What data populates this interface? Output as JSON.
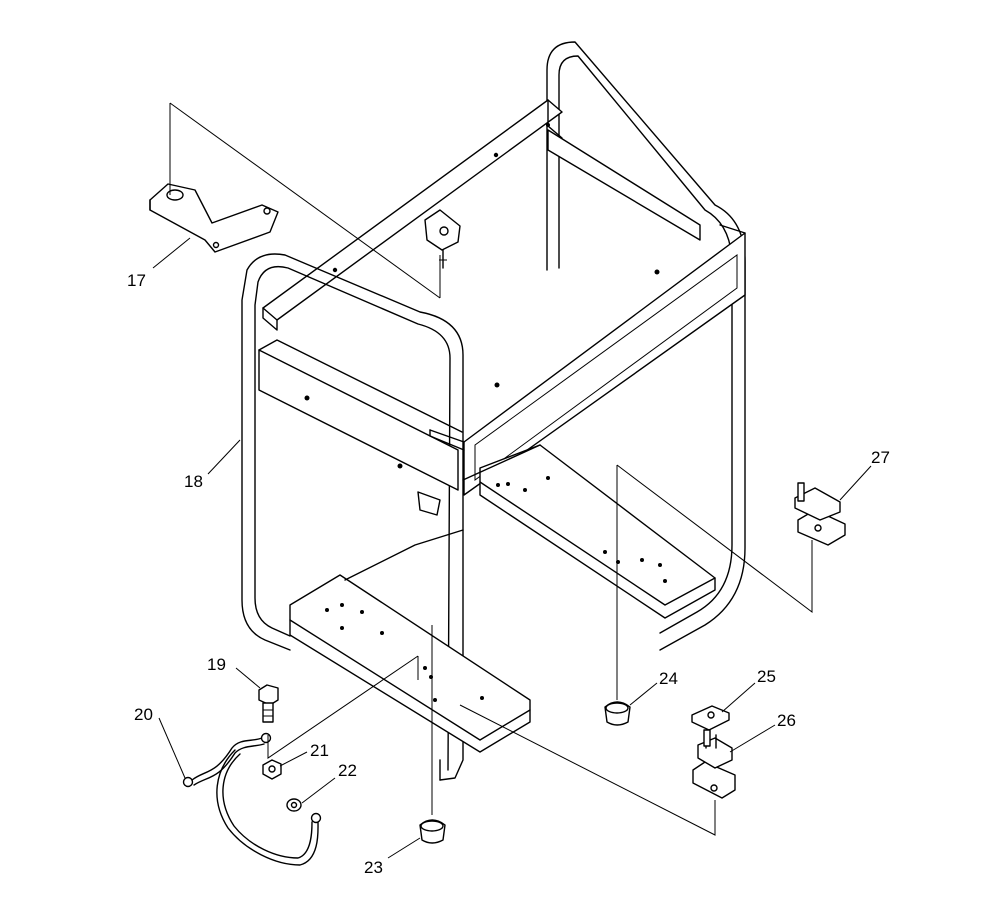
{
  "diagram": {
    "labels": {
      "p17": "17",
      "p18": "18",
      "p19": "19",
      "p20": "20",
      "p21": "21",
      "p22": "22",
      "p23": "23",
      "p24": "24",
      "p25": "25",
      "p26": "26",
      "p27": "27"
    }
  }
}
